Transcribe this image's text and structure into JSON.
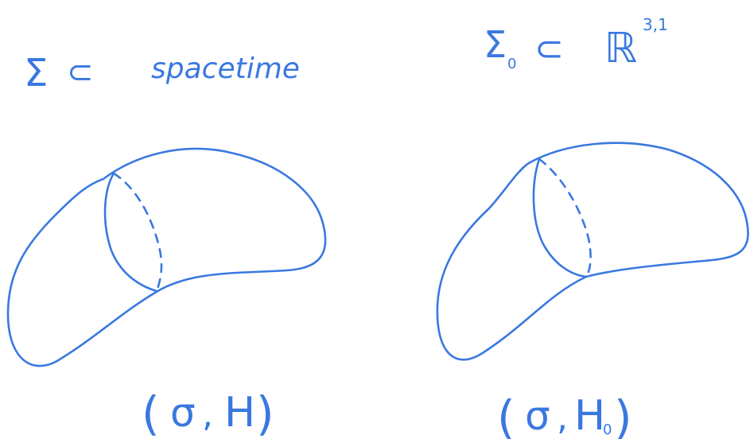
{
  "left": {
    "symbol": "Σ",
    "relation": "⊂",
    "target": "spacetime",
    "pair_open": "(",
    "pair_first": "σ",
    "pair_sep": ",",
    "pair_second": "H",
    "pair_close": ")"
  },
  "right": {
    "symbol": "Σ",
    "symbol_sub": "0",
    "relation": "⊂",
    "target": "ℝ",
    "target_sup": "3,1",
    "pair_open": "(",
    "pair_first": "σ",
    "pair_sep": ",",
    "pair_second": "H",
    "pair_second_sub": "0",
    "pair_close": ")"
  },
  "colors": {
    "ink": "#3a78e0",
    "background": "#ffffff"
  }
}
